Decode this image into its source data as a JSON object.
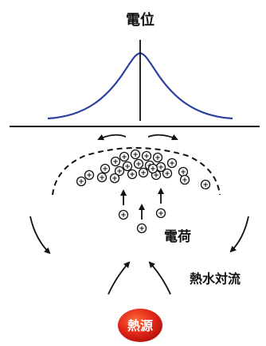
{
  "labels": {
    "potential": "電位",
    "charge": "電荷",
    "convection": "熱水対流",
    "heat_source": "熱源"
  },
  "charge_symbol": "+",
  "colors": {
    "curve": "#2a3fa0",
    "ink": "#111111",
    "heat_source_fill": "#e02418",
    "heat_source_text": "#ffffff"
  }
}
